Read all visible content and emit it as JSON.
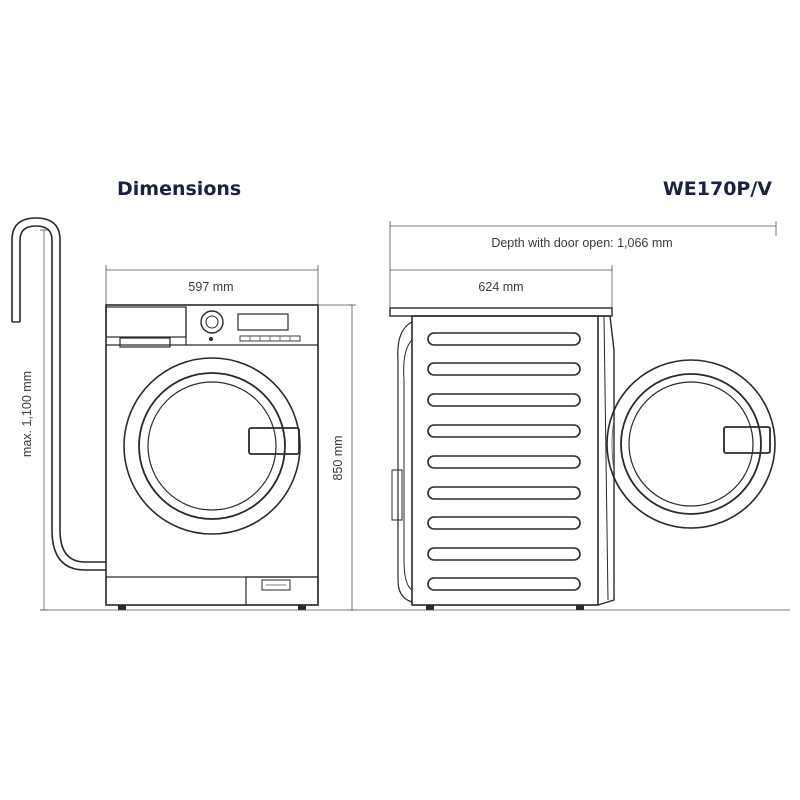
{
  "header": {
    "title": "Dimensions",
    "model": "WE170P/V"
  },
  "dimensions": {
    "width": "597 mm",
    "height": "850 mm",
    "max_hose_height": "max. 1,100 mm",
    "depth": "624 mm",
    "depth_door_open": "Depth with door open: 1,066 mm"
  },
  "colors": {
    "line": "#2a2a2a",
    "title": "#1b2140"
  }
}
